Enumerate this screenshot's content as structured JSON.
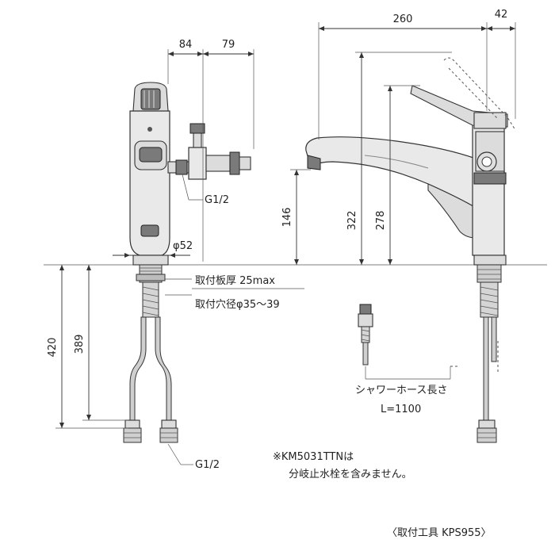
{
  "dimensions": {
    "d84": "84",
    "d79": "79",
    "d260": "260",
    "d42": "42",
    "d146": "146",
    "d322": "322",
    "d278": "278",
    "d420": "420",
    "d389": "389",
    "phi52": "φ52"
  },
  "labels": {
    "thread_top": "G1/2",
    "thread_bottom": "G1/2",
    "plate_thickness": "取付板厚 25max",
    "hole_diameter": "取付穴径φ35～39",
    "shower_hose": "シャワーホース長さ",
    "hose_length": "L=1100"
  },
  "notes": {
    "line1": "※KM5031TTNは",
    "line2": "分岐止水栓を含みません。",
    "tool": "〈取付工具 KPS955〉"
  }
}
